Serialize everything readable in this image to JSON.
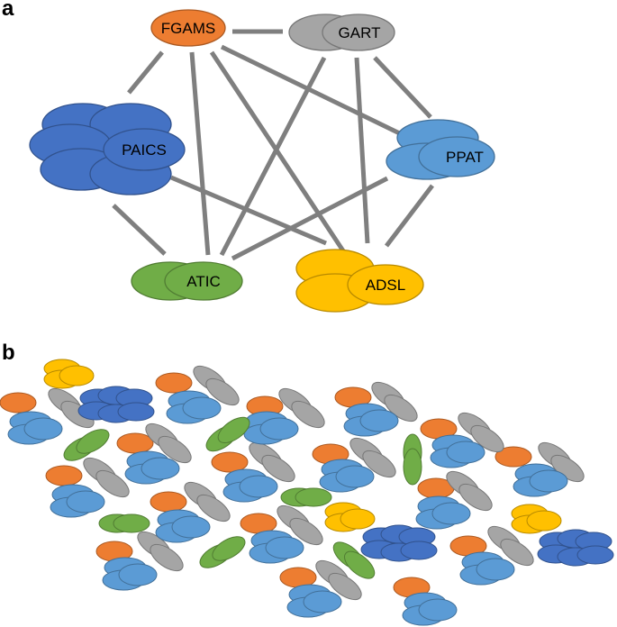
{
  "panels": {
    "a": "a",
    "b": "b"
  },
  "colors": {
    "FGAMS": "#ED7D31",
    "GART": "#A5A5A5",
    "PAICS": "#4472C4",
    "PPAT": "#5B9BD5",
    "ATIC": "#70AD47",
    "ADSL": "#FFC000",
    "edge": "#7F7F7F"
  },
  "network": {
    "nodes": [
      {
        "id": "FGAMS",
        "label": "FGAMS"
      },
      {
        "id": "GART",
        "label": "GART"
      },
      {
        "id": "PAICS",
        "label": "PAICS"
      },
      {
        "id": "PPAT",
        "label": "PPAT"
      },
      {
        "id": "ATIC",
        "label": "ATIC"
      },
      {
        "id": "ADSL",
        "label": "ADSL"
      }
    ],
    "edges": [
      [
        "FGAMS",
        "GART"
      ],
      [
        "FGAMS",
        "PAICS"
      ],
      [
        "FGAMS",
        "PPAT"
      ],
      [
        "FGAMS",
        "ATIC"
      ],
      [
        "FGAMS",
        "ADSL"
      ],
      [
        "GART",
        "PPAT"
      ],
      [
        "GART",
        "ATIC"
      ],
      [
        "GART",
        "ADSL"
      ],
      [
        "PAICS",
        "ATIC"
      ],
      [
        "PAICS",
        "ADSL"
      ],
      [
        "PPAT",
        "ATIC"
      ],
      [
        "PPAT",
        "ADSL"
      ]
    ]
  },
  "legend_icons": [
    "fgams-icon",
    "gart-icon",
    "paics-icon",
    "ppat-icon",
    "atic-icon",
    "adsl-icon"
  ]
}
